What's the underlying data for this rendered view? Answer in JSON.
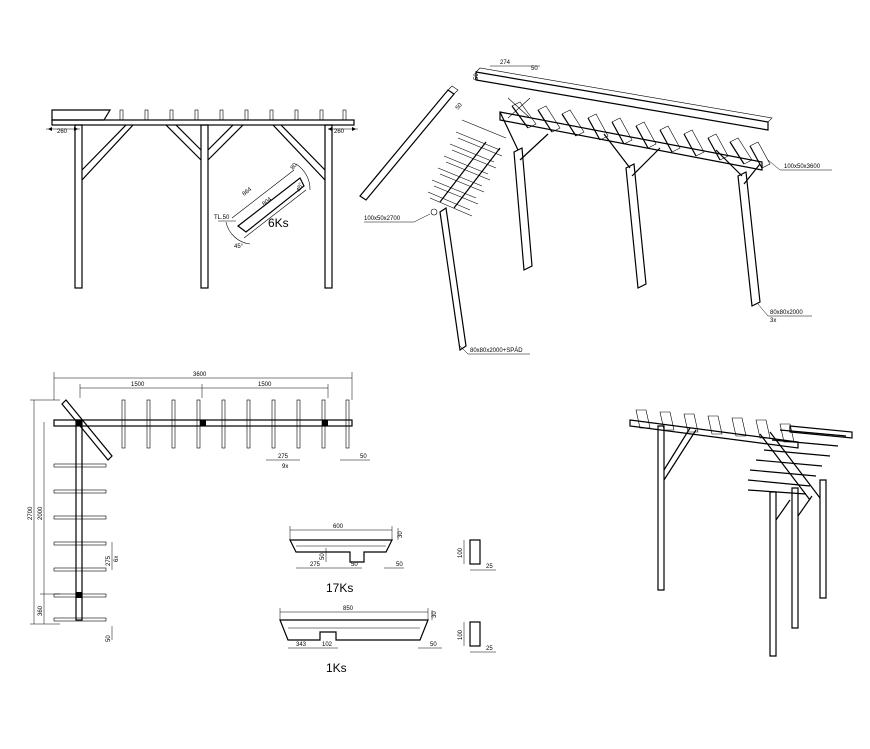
{
  "front_view": {
    "overhang_left": "260",
    "overhang_right": "260"
  },
  "brace": {
    "count_label": "6Ks",
    "len_outer": "864",
    "len_inner": "804",
    "width": "80",
    "angle_top": "45°",
    "angle_bottom": "45°",
    "notch_label": "TL.50"
  },
  "iso_view": {
    "beam_section_top": "50",
    "beam_width": "274",
    "beam_end": "50",
    "front_beam": "100x50x3600",
    "side_beam": "100x50x2700",
    "post_left": "80x80x2000+SPÁD",
    "post_right": "80x80x2000",
    "post_count": "3x"
  },
  "plan_view": {
    "total_length": "3600",
    "half_left": "1500",
    "half_right": "1500",
    "rafter_spacing": "275",
    "rafter_repeat": "9x",
    "rafter_end": "50",
    "side_total": "2700",
    "side_inner": "2000",
    "side_spacing": "275",
    "side_repeat": "6x",
    "side_end": "360",
    "bottom_offset": "50"
  },
  "rafter_short": {
    "length": "600",
    "height": "30",
    "notch_h": "50",
    "offset": "275",
    "notch_w": "50",
    "end": "50",
    "section_h": "100",
    "section_w": "25",
    "count_label": "17Ks"
  },
  "rafter_long": {
    "length": "850",
    "height": "30",
    "offset": "343",
    "notch_w": "102",
    "end": "50",
    "section_h": "100",
    "section_w": "25",
    "count_label": "1Ks"
  }
}
